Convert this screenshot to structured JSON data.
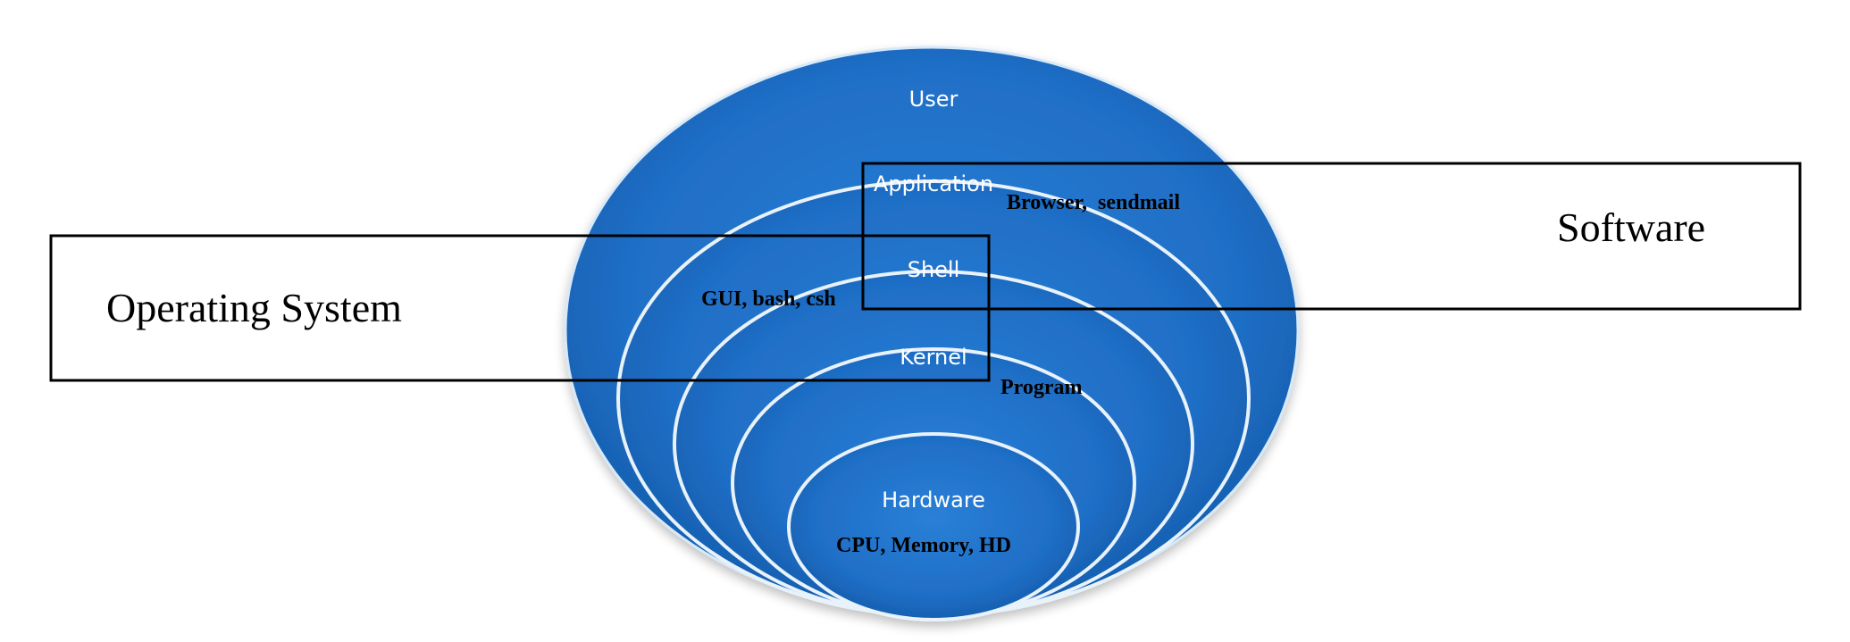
{
  "layers": {
    "user": "User",
    "application": "Application",
    "shell": "Shell",
    "kernel": "Kernel",
    "hardware": "Hardware"
  },
  "examples": {
    "application": "Browser,  sendmail",
    "shell": "GUI, bash, csh",
    "kernel": "Program",
    "hardware": "CPU, Memory, HD"
  },
  "groups": {
    "operating_system": "Operating System",
    "software": "Software"
  },
  "colors": {
    "ellipse_fill": "#1f6ec6",
    "ellipse_fill_dark": "#135aa8",
    "ellipse_highlight": "#e8f2fb",
    "box_stroke": "#000000"
  }
}
